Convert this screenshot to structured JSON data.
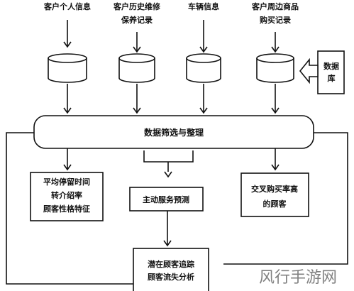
{
  "diagram": {
    "sources": [
      {
        "line1": "客户个人信息",
        "line2": ""
      },
      {
        "line1": "客户历史维修",
        "line2": "保养记录"
      },
      {
        "line1": "车辆信息",
        "line2": ""
      },
      {
        "line1": "客户周边商品",
        "line2": "购买记录"
      }
    ],
    "database_label": {
      "line1": "数据",
      "line2": "库"
    },
    "process_label": "数据筛选与整理",
    "outputs": {
      "left": [
        "平均停留时间",
        "转介绍率",
        "顾客性格特征"
      ],
      "middle": "主动服务预测",
      "right": [
        "交叉购买率高",
        "的顾客"
      ]
    },
    "final": {
      "line1": "潜在顾客追踪",
      "line2": "顾客流失分析"
    }
  },
  "watermark": "风行手游网",
  "colors": {
    "stroke": "#111111",
    "watermark": "#6b6b6b",
    "background": "#ffffff"
  }
}
